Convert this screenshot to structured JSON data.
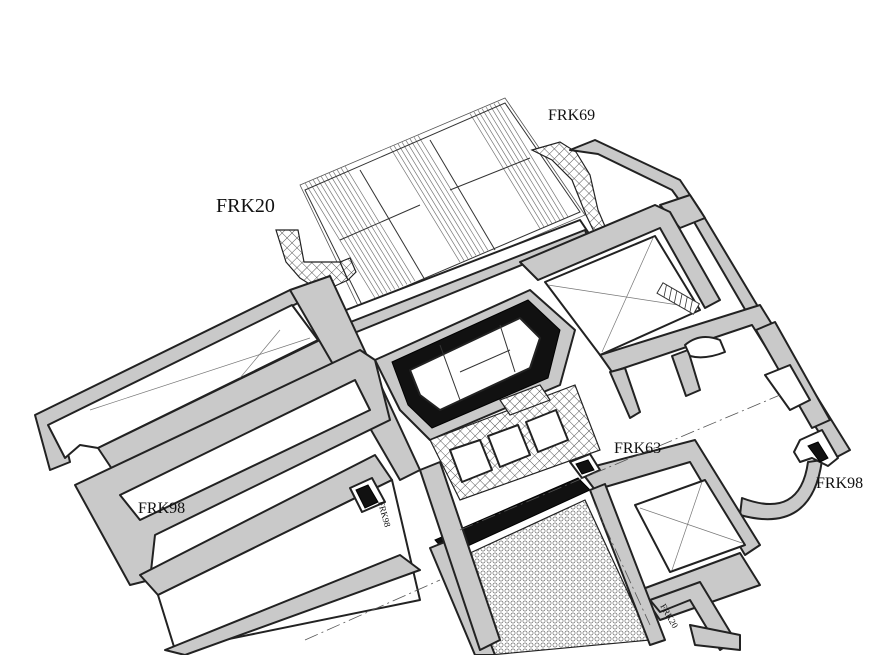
{
  "labels": {
    "frk20": "FRK20",
    "frk69": "FRK69",
    "frk63": "FRK63",
    "frk98_left": "FRK98",
    "frk98_right": "FRK98",
    "frk98_rotated": "FRK98",
    "frk20_rotated": "FRK20"
  },
  "colors": {
    "aluminium": "#c9c9c9",
    "outline": "#222222",
    "gasket": "#111111",
    "background": "#ffffff"
  }
}
